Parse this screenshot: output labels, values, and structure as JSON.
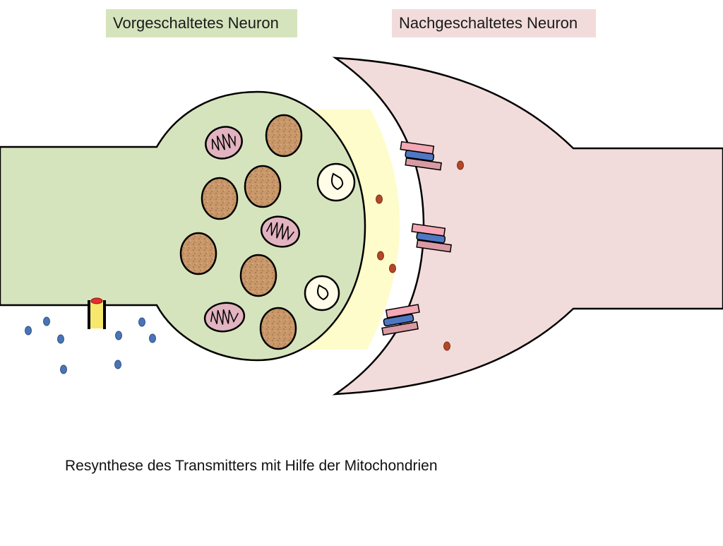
{
  "labels": {
    "presynaptic": "Vorgeschaltetes Neuron",
    "postsynaptic": "Nachgeschaltetes Neuron"
  },
  "caption": "Resynthese des Transmitters mit Hilfe der Mitochondrien",
  "colors": {
    "presynaptic_fill": "#d6e4bd",
    "postsynaptic_fill": "#f2dcdb",
    "synaptic_cleft": "#fefccb",
    "vesicle_fill": "#c8976a",
    "mitochondrion_fill": "#e2b3c0",
    "transmitter": "#b3472a",
    "ion": "#4a74b4",
    "receptor_pink": "#f4a7b4",
    "receptor_blue": "#4f78c4",
    "receptor_base": "#d99aa4",
    "channel": "#f5e86c"
  }
}
